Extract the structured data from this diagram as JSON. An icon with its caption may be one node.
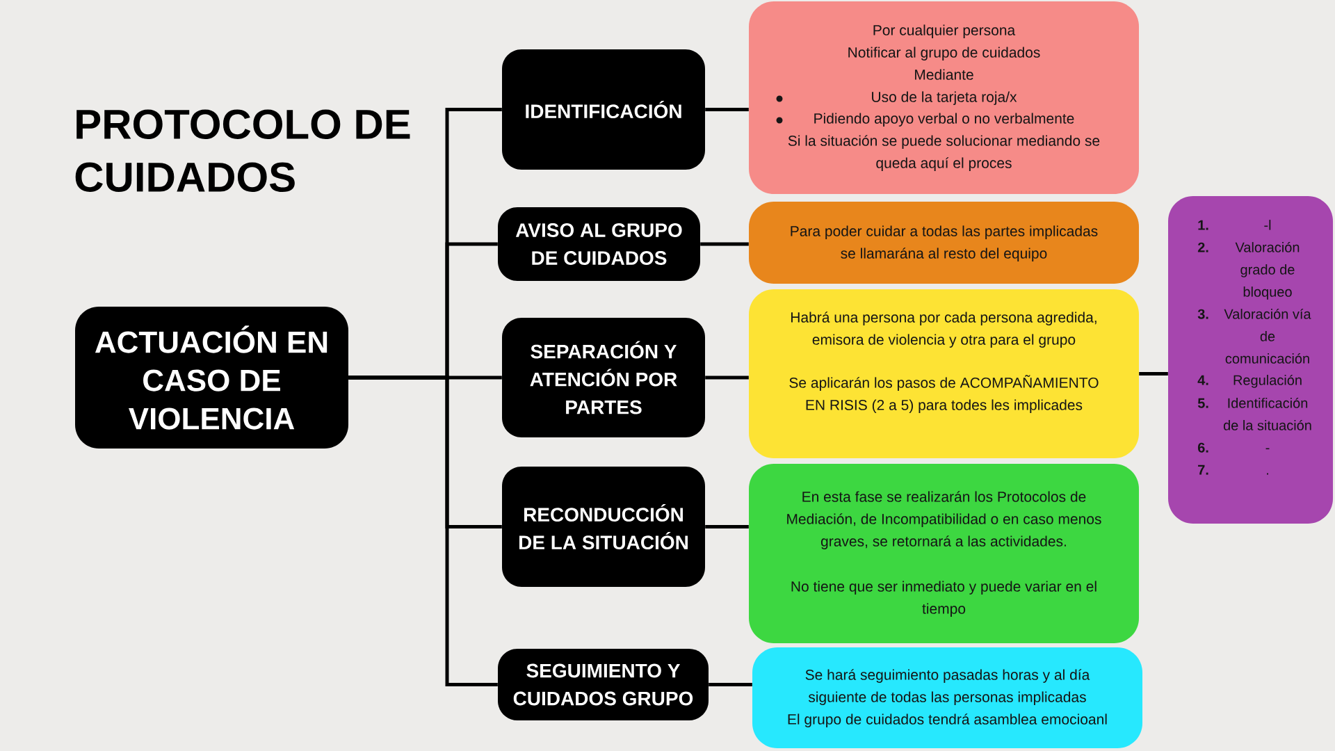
{
  "diagram": {
    "title": "PROTOCOLO DE CUIDADOS",
    "nodes": [
      {
        "text": [
          "ACTUACIÓN EN CASO DE VIOLENCIA"
        ]
      },
      {
        "text": [
          "IDENTIFICACIÓN"
        ]
      },
      {
        "text": [
          "AVISO AL GRUPO DE CUIDADOS"
        ]
      },
      {
        "text": [
          "SEPARACIÓN Y ATENCIÓN POR PARTES"
        ]
      },
      {
        "text": [
          "RECONDUCCIÓN DE LA SITUACIÓN"
        ]
      },
      {
        "text": [
          "SEGUIMIENTO Y CUIDADOS GRUPO"
        ]
      },
      {
        "text": [
          "Por cualquier persona",
          "Notificar al grupo de cuidados",
          "Mediante",
          "Uso de la tarjeta roja/x",
          "Pidiendo apoyo verbal o no verbalmente",
          "Si la situación se puede solucionar mediando se queda aquí el proces"
        ]
      },
      {
        "text": [
          "Para poder cuidar a todas las partes implicadas se llamarána al resto del equipo"
        ]
      },
      {
        "text": [
          "Habrá una persona por cada persona agredida, emisora de violencia y otra para el grupo",
          "Se aplicarán los pasos de ACOMPAÑAMIENTO EN RISIS (2 a 5) para todes les implicades"
        ]
      },
      {
        "text": [
          "En esta fase se realizarán los Protocolos de Mediación, de Incompatibilidad o en caso menos graves, se retornará a las actividades.",
          "No tiene que ser inmediato y puede variar en el tiempo"
        ]
      },
      {
        "text": [
          "Se hará seguimiento pasadas horas y al día siguiente de todas las personas implicadas",
          "El grupo de cuidados tendrá asamblea emocioanl"
        ]
      },
      {
        "text": [
          "1.",
          "-l",
          "2.",
          "Valoración grado de bloqueo",
          "3.",
          "Valoración vía de comunicación",
          "4.",
          "Regulación",
          "5.",
          "Identificación de la situación",
          "6.",
          "-",
          "7.",
          "."
        ]
      }
    ],
    "edges": [
      {
        "from": 0,
        "to": 1,
        "arrow": "none"
      },
      {
        "from": 0,
        "to": 2,
        "arrow": "none"
      },
      {
        "from": 0,
        "to": 3,
        "arrow": "none"
      },
      {
        "from": 0,
        "to": 4,
        "arrow": "none"
      },
      {
        "from": 0,
        "to": 5,
        "arrow": "none"
      },
      {
        "from": 1,
        "to": 6,
        "arrow": "none"
      },
      {
        "from": 2,
        "to": 7,
        "arrow": "none"
      },
      {
        "from": 3,
        "to": 8,
        "arrow": "none"
      },
      {
        "from": 4,
        "to": 9,
        "arrow": "none"
      },
      {
        "from": 5,
        "to": 10,
        "arrow": "none"
      },
      {
        "from": 8,
        "to": 11,
        "arrow": "none"
      }
    ]
  }
}
